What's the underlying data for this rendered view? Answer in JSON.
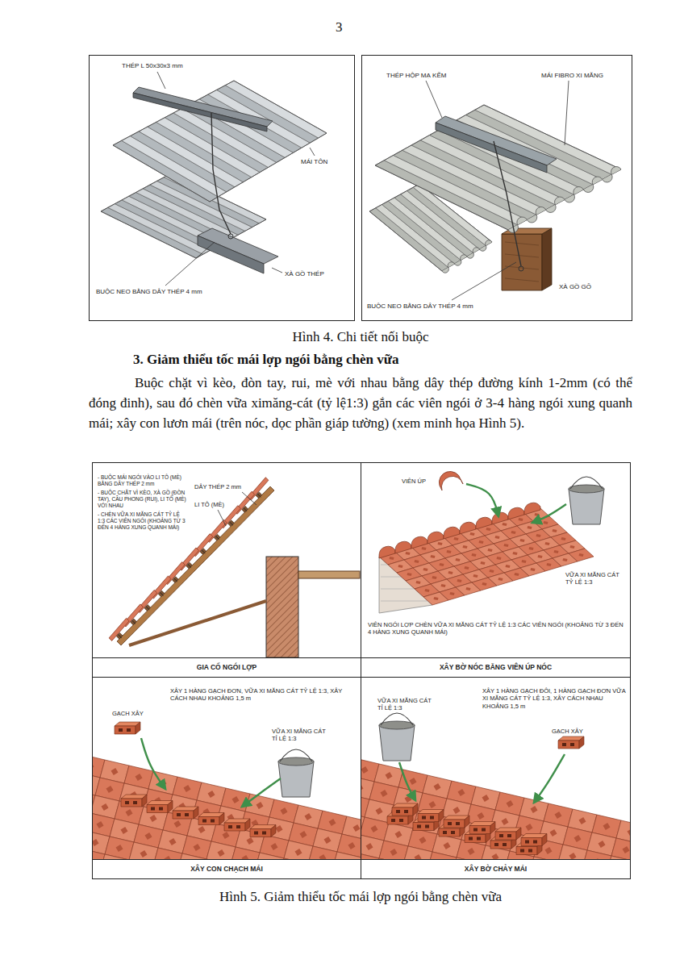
{
  "diagram": {
    "nodes": [
      {
        "text": [
          "THÉP L 50x30x3 mm",
          "MÁI TÔN",
          "BUỘC NEO BẰNG DÂY THÉP 4 mm",
          "XÀ GỒ THÉP"
        ]
      },
      {
        "text": [
          "THÉP HỘP MẠ KẼM",
          "MÁI FIBRO XI MĂNG",
          "BUỘC NEO BẰNG DÂY THÉP 4 mm",
          "XÀ GỒ GỖ"
        ]
      },
      {
        "text": [
          "- BUỘC MÁI NGÓI VÀO LI TÔ (MÈ) BẰNG DÂY THÉP 2 mm",
          "- BUỘC CHẶT VÌ KÈO, XÀ GỒ (ĐÒN TAY), CẦU PHONG (RUI), LI TÔ (MÈ) VỚI NHAU",
          "- CHÈN VỮA XI MĂNG CÁT TỶ LỆ 1:3 CÁC VIÊN NGÓI (KHOẢNG TỪ 3 ĐẾN 4 HÀNG XUNG QUANH MÁI)",
          "DÂY THÉP 2 mm",
          "LI TÔ (MÈ)"
        ]
      },
      {
        "text": [
          "GIA CỐ NGÓI LỢP"
        ],
        "in": 2
      },
      {
        "text": [
          "VIÊN ÚP",
          "VỮA XI MĂNG CÁT TỶ LỆ 1:3",
          "VIÊN NGÓI LỢP CHÈN VỮA XI MĂNG CÁT TỶ LỆ 1:3 CÁC VIÊN NGÓI (KHOẢNG TỪ 3 ĐẾN 4 HÀNG XUNG QUANH MÁI)"
        ]
      },
      {
        "text": [
          "XÂY BỜ NÓC BẰNG VIÊN ÚP NÓC"
        ],
        "in": 4
      },
      {
        "text": [
          "XÂY 1 HÀNG GẠCH ĐƠN, VỮA XI MĂNG CÁT TỶ LỆ 1:3, XÂY CÁCH NHAU KHOẢNG 1,5 m",
          "GẠCH XÂY",
          "VỮA XI MĂNG CÁT TỈ LỆ 1:3"
        ]
      },
      {
        "text": [
          "XÂY CON CHẠCH MÁI"
        ],
        "in": 6
      },
      {
        "text": [
          "VỮA XI MĂNG CÁT TỈ LỆ 1:3",
          "XÂY 1 HÀNG GẠCH ĐÔI, 1 HÀNG GẠCH ĐƠN VỮA XI MĂNG CÁT TỶ LỆ 1:3, XÂY CÁCH NHAU KHOẢNG 1,5 m",
          "GẠCH XÂY"
        ]
      },
      {
        "text": [
          "XÂY BỜ CHẢY MÁI"
        ],
        "in": 8
      }
    ],
    "labels": [
      "3",
      "Hình 4. Chi tiết nối buộc",
      "3. Giảm thiểu tốc mái lợp ngói bằng chèn vữa",
      "Buộc chặt vì kèo, đòn tay, rui, mè với nhau bằng dây thép đường kính 1-2mm (có thể đóng đinh), sau đó chèn vữa ximăng-cát (tỷ lệ1:3) gắn các viên ngói ở 3-4 hàng ngói xung quanh mái; xây con lươn mái (trên nóc, dọc phần giáp tường) (xem minh họa Hình 5).",
      "Hình 5. Giảm thiểu tốc mái lợp ngói bằng chèn vữa"
    ]
  }
}
